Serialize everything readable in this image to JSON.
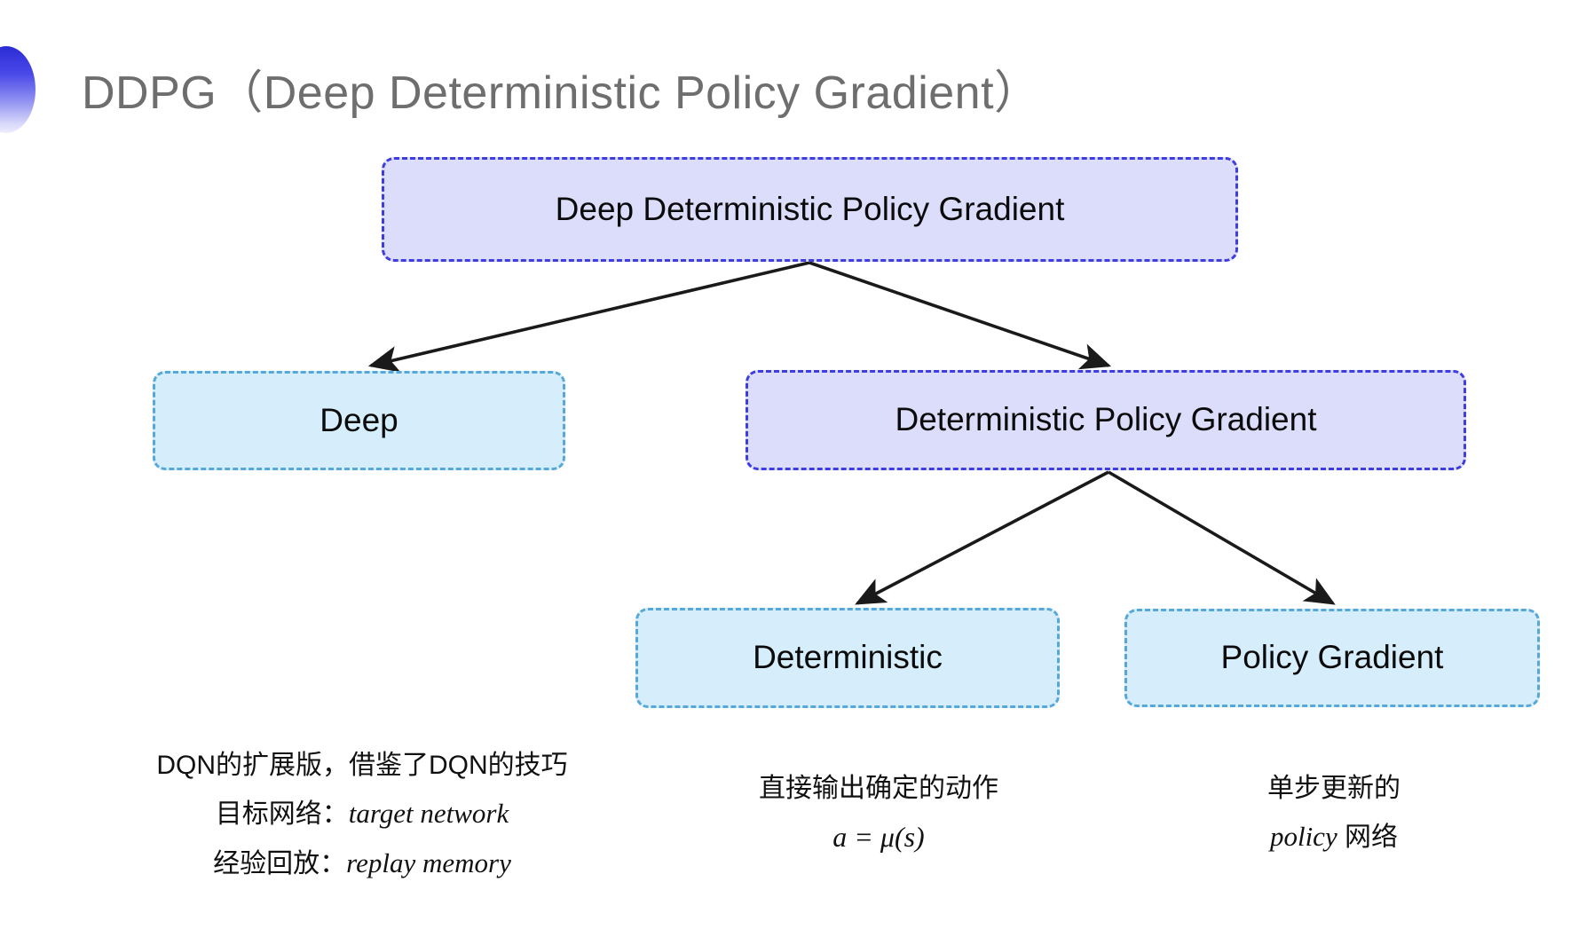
{
  "slide": {
    "title": "DDPG（Deep Deterministic Policy Gradient）",
    "bullet_icon": "half-circle-gradient-icon",
    "background_color": "#ffffff"
  },
  "colors": {
    "purple_fill": "#dcdcfb",
    "purple_border": "#3d3de0",
    "cyan_fill": "#d6eefb",
    "cyan_border": "#56a8da",
    "arrow": "#1a1a1a",
    "title_text": "#6e6e6e",
    "body_text": "#111111"
  },
  "diagram": {
    "type": "tree",
    "nodes": [
      {
        "id": "root",
        "label": "Deep Deterministic Policy Gradient",
        "style": "purple",
        "level": 0
      },
      {
        "id": "deep",
        "label": "Deep",
        "style": "cyan",
        "level": 1
      },
      {
        "id": "dpg",
        "label": "Deterministic Policy Gradient",
        "style": "purple",
        "level": 1
      },
      {
        "id": "det",
        "label": "Deterministic",
        "style": "cyan",
        "level": 2
      },
      {
        "id": "pg",
        "label": "Policy Gradient",
        "style": "cyan",
        "level": 2
      }
    ],
    "edges": [
      {
        "from": "root",
        "to": "deep"
      },
      {
        "from": "root",
        "to": "dpg"
      },
      {
        "from": "dpg",
        "to": "det"
      },
      {
        "from": "dpg",
        "to": "pg"
      }
    ]
  },
  "annotations": {
    "deep": {
      "line1": "DQN的扩展版，借鉴了DQN的技巧",
      "line2_label": "目标网络：",
      "line2_term": "target network",
      "line3_label": "经验回放：",
      "line3_term": "replay memory"
    },
    "deterministic": {
      "line1": "直接输出确定的动作",
      "formula": "a = μ(s)"
    },
    "policy_gradient": {
      "line1": "单步更新的",
      "line2_term": "policy",
      "line2_suffix": " 网络"
    }
  }
}
